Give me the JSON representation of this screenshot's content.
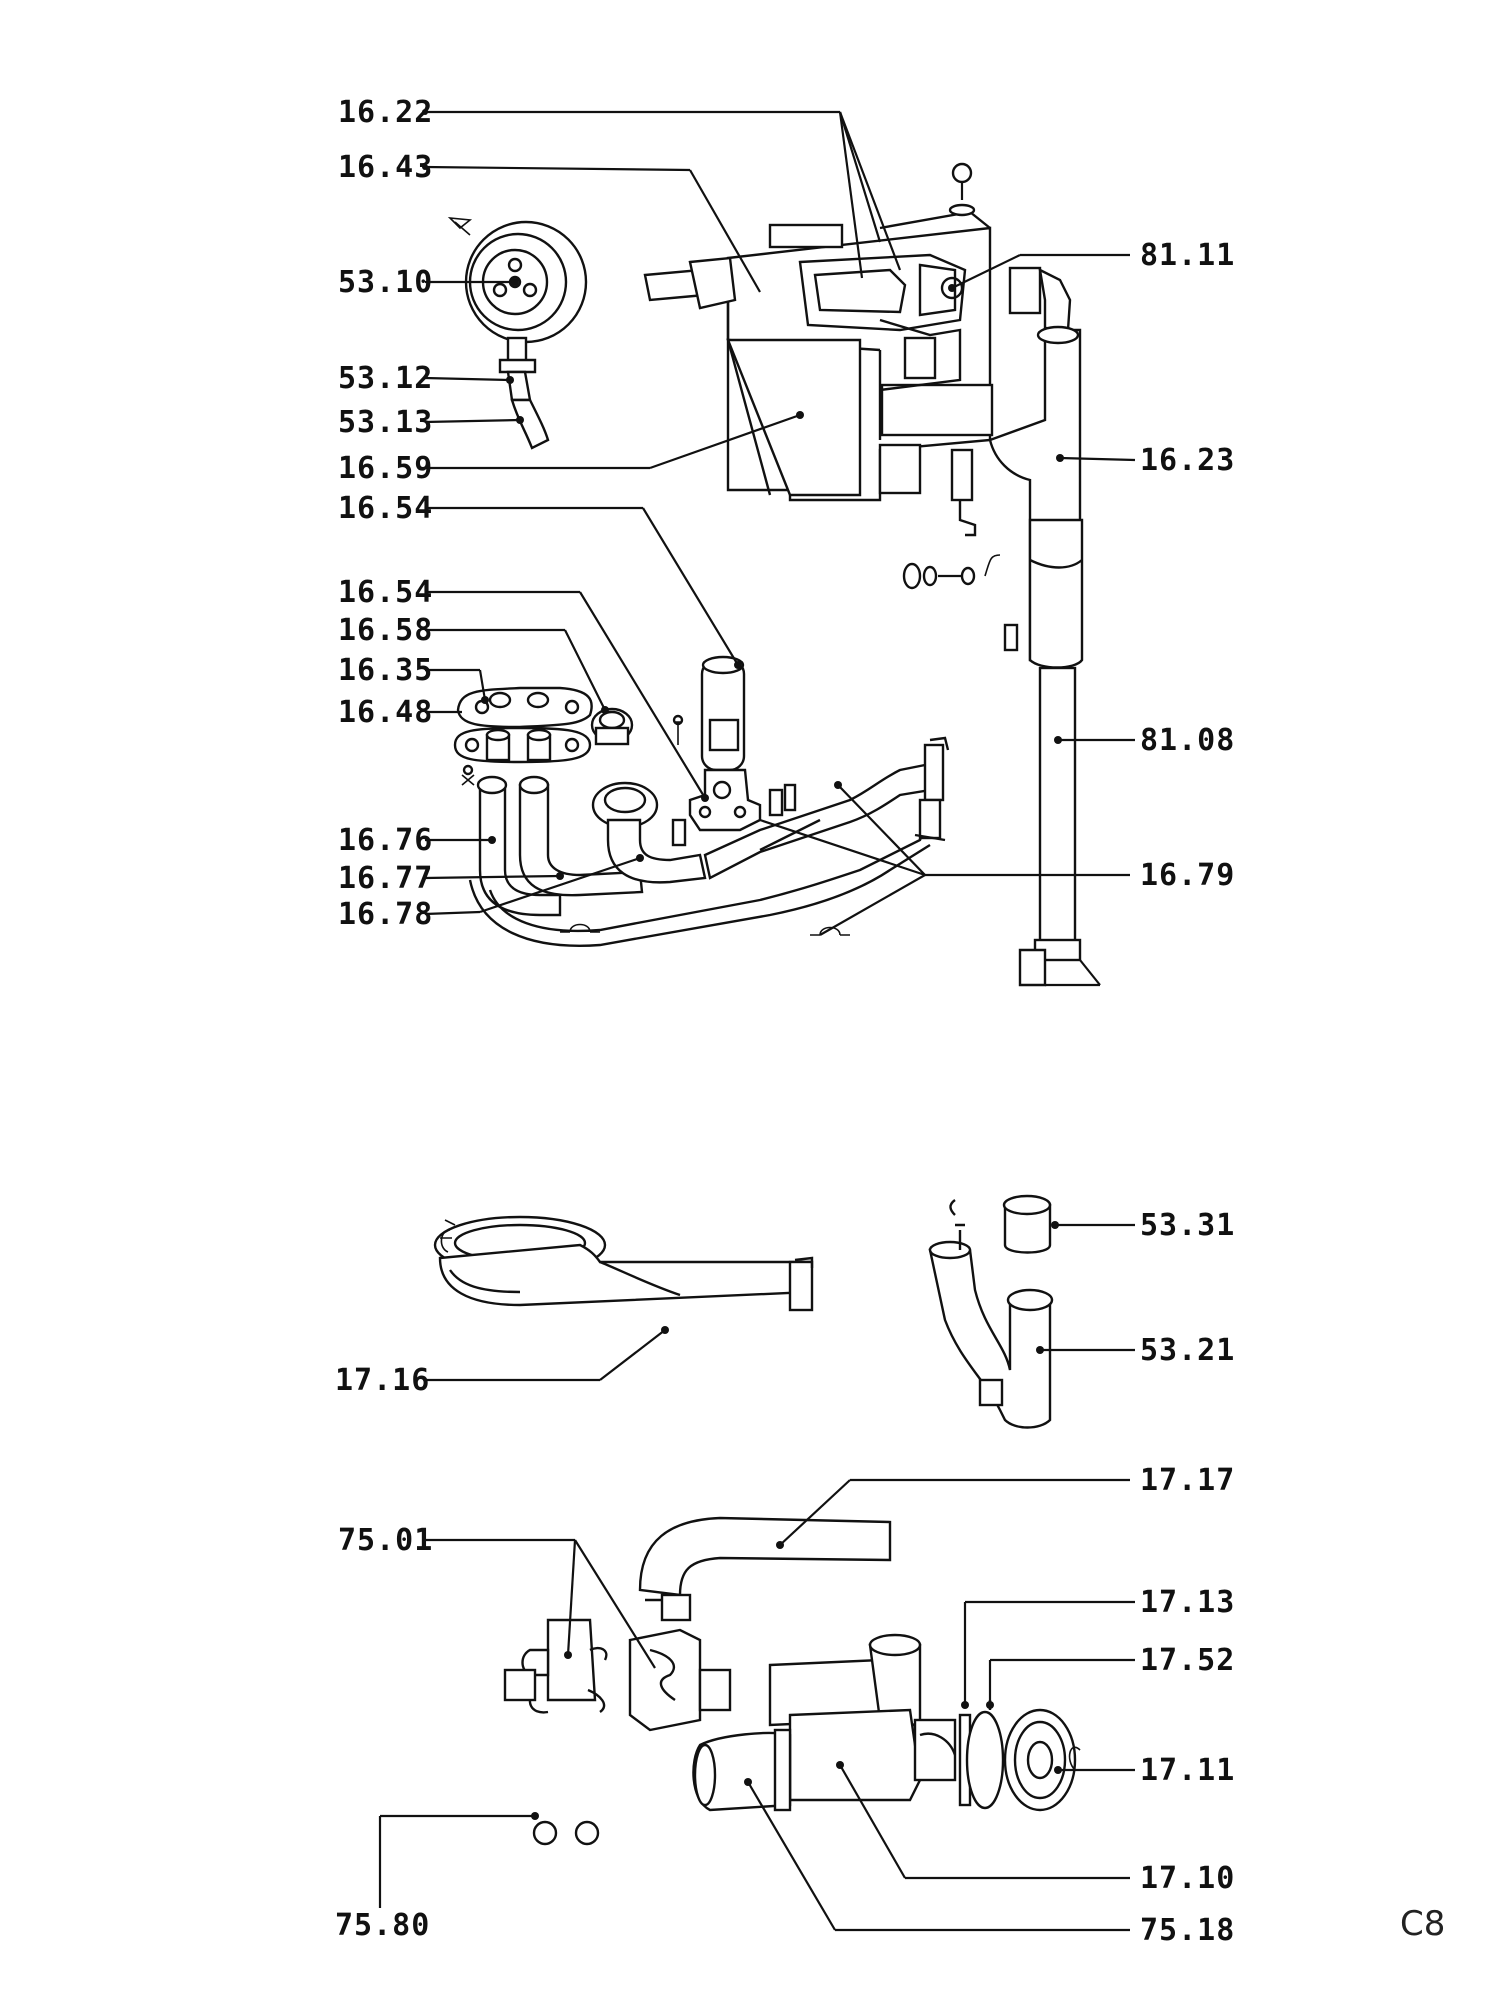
{
  "page_code": "C8",
  "labels": {
    "l1622": "16.22",
    "l1643": "16.43",
    "l5310": "53.10",
    "l5312": "53.12",
    "l5313": "53.13",
    "l1659": "16.59",
    "l1654a": "16.54",
    "l1654b": "16.54",
    "l1658": "16.58",
    "l1635": "16.35",
    "l1648": "16.48",
    "l1676": "16.76",
    "l1677": "16.77",
    "l1678": "16.78",
    "l8111": "81.11",
    "l1623": "16.23",
    "l8108": "81.08",
    "l1679": "16.79",
    "l1716": "17.16",
    "l5331": "53.31",
    "l5321": "53.21",
    "l1717": "17.17",
    "l7501": "75.01",
    "l1713": "17.13",
    "l1752": "17.52",
    "l1711": "17.11",
    "l1710": "17.10",
    "l7580": "75.80",
    "l7518": "75.18"
  },
  "icons": {
    "wheel": "pulley-wheel-icon",
    "hose": "hose-icon",
    "bolt": "bolt-icon"
  }
}
